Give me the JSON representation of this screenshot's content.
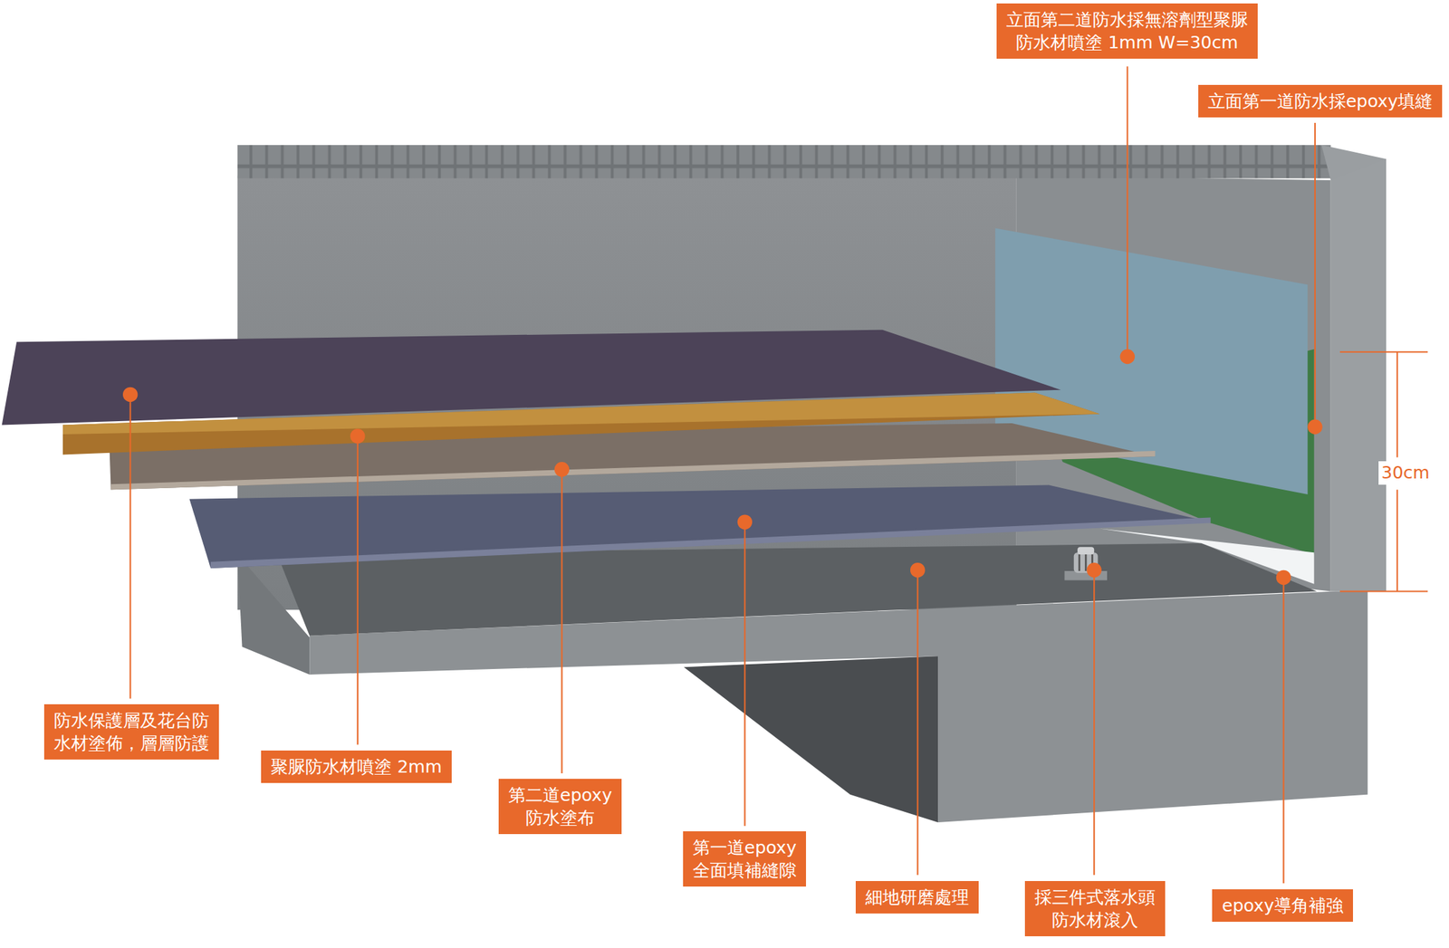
{
  "diagram": {
    "nodes": [
      {
        "text": [
          "立面第二道防水採無溶劑型聚脲 防水材噴塗 1mm W=30cm"
        ]
      },
      {
        "text": [
          "立面第一道防水採epoxy填縫"
        ]
      },
      {
        "text": [
          "防水保護層及花台防 水材塗佈，層層防護"
        ]
      },
      {
        "text": [
          "聚脲防水材噴塗 2mm"
        ]
      },
      {
        "text": [
          "第二道epoxy 防水塗布"
        ]
      },
      {
        "text": [
          "第一道epoxy 全面填補縫隙"
        ]
      },
      {
        "text": [
          "細地研磨處理"
        ]
      },
      {
        "text": [
          "採三件式落水頭 防水材滾入"
        ]
      },
      {
        "text": [
          "epoxy導角補強"
        ]
      }
    ],
    "labels": [
      "30cm"
    ]
  }
}
